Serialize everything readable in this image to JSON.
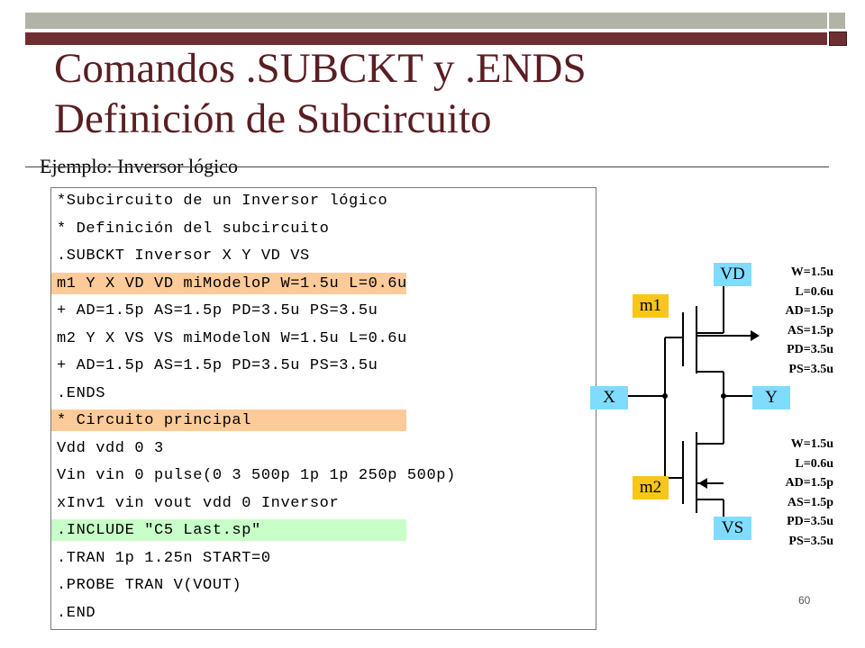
{
  "slide": {
    "title_line1": "Comandos .SUBCKT y .ENDS",
    "title_line2": "Definición de Subcircuito",
    "subtitle": "Ejemplo: Inversor lógico",
    "page_number": "60"
  },
  "code": {
    "lines": [
      {
        "text": "*Subcircuito de un Inversor lógico",
        "highlight": "none"
      },
      {
        "text": "* Definición del subcircuito",
        "highlight": "none"
      },
      {
        "text": ".SUBCKT Inversor X Y VD VS",
        "highlight": "none"
      },
      {
        "text": "m1 Y X VD VD miModeloP W=1.5u L=0.6u",
        "highlight": "orange"
      },
      {
        "text": "+ AD=1.5p AS=1.5p PD=3.5u PS=3.5u",
        "highlight": "none"
      },
      {
        "text": "m2 Y X VS VS miModeloN W=1.5u L=0.6u",
        "highlight": "none"
      },
      {
        "text": "+ AD=1.5p AS=1.5p PD=3.5u PS=3.5u",
        "highlight": "none"
      },
      {
        "text": ".ENDS",
        "highlight": "none"
      },
      {
        "text": "* Circuito principal",
        "highlight": "orange"
      },
      {
        "text": "Vdd vdd 0 3",
        "highlight": "none"
      },
      {
        "text": "Vin vin 0 pulse(0 3 500p 1p 1p 250p 500p)",
        "highlight": "none"
      },
      {
        "text": "xInv1 vin vout vdd 0 Inversor",
        "highlight": "none"
      },
      {
        "text": ".INCLUDE \"C5 Last.sp\"",
        "highlight": "green"
      },
      {
        "text": ".TRAN 1p 1.25n START=0",
        "highlight": "none"
      },
      {
        "text": ".PROBE TRAN V(VOUT)",
        "highlight": "none"
      },
      {
        "text": ".END",
        "highlight": "none"
      }
    ]
  },
  "schematic": {
    "node_vd": "VD",
    "node_vs": "VS",
    "node_x": "X",
    "node_y": "Y",
    "label_m1": "m1",
    "label_m2": "m2",
    "m1_params": [
      "W=1.5u",
      "L=0.6u",
      "AD=1.5p",
      "AS=1.5p",
      "PD=3.5u",
      "PS=3.5u"
    ],
    "m2_params": [
      "W=1.5u",
      "L=0.6u",
      "AD=1.5p",
      "AS=1.5p",
      "PD=3.5u",
      "PS=3.5u"
    ]
  },
  "colors": {
    "title": "#5a1e22",
    "highlight_orange": "#fdcb9a",
    "highlight_green": "#c8ffc8",
    "node_label": "#7fdcff",
    "transistor_label": "#f7c61a"
  }
}
